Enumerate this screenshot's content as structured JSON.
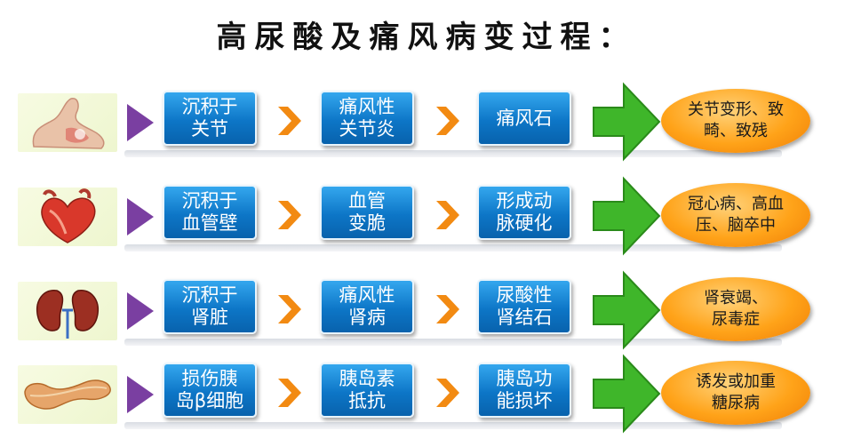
{
  "title": "高尿酸及痛风病变过程：",
  "rows": [
    {
      "organ_icon": "foot-icon",
      "steps": [
        "沉积于\n关节",
        "痛风性\n关节炎",
        "痛风石"
      ],
      "result": "关节变形、致\n畸、致残"
    },
    {
      "organ_icon": "heart-icon",
      "steps": [
        "沉积于\n血管壁",
        "血管\n变脆",
        "形成动\n脉硬化"
      ],
      "result": "冠心病、高血\n压、脑卒中"
    },
    {
      "organ_icon": "kidney-icon",
      "steps": [
        "沉积于\n肾脏",
        "痛风性\n肾病",
        "尿酸性\n肾结石"
      ],
      "result": "肾衰竭、\n尿毒症"
    },
    {
      "organ_icon": "pancreas-icon",
      "steps": [
        "损伤胰\n岛β细胞",
        "胰岛素\n抵抗",
        "胰岛功\n能损坏"
      ],
      "result": "诱发或加重\n糖尿病"
    }
  ],
  "colors": {
    "step_box": "#0d76c7",
    "chevron": "#f28a12",
    "green_arrow": "#3fb62a",
    "result_ellipse": "#ffa319",
    "pointer": "#7a3fa1"
  }
}
